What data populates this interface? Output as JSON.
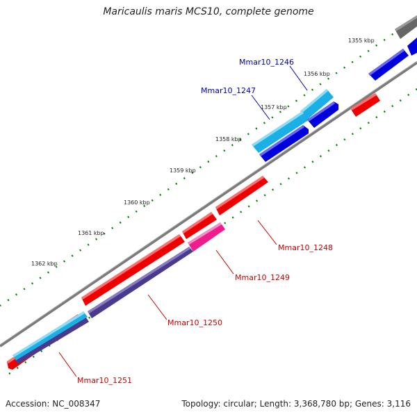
{
  "title": "Maricaulis maris MCS10, complete genome",
  "footer": {
    "accession": "Accession: NC_008347",
    "summary": "Topology: circular; Length: 3,368,780 bp; Genes: 3,116"
  },
  "scale_labels": [
    "1355 kbp",
    "1356 kbp",
    "1357 kbp",
    "1358 kbp",
    "1359 kbp",
    "1360 kbp",
    "1361 kbp",
    "1362 kbp"
  ],
  "genes": [
    {
      "name": "Mmar10_1246",
      "color": "#0000aa"
    },
    {
      "name": "Mmar10_1247",
      "color": "#0000aa"
    },
    {
      "name": "Mmar10_1248",
      "color": "#cc0000"
    },
    {
      "name": "Mmar10_1249",
      "color": "#cc0000"
    },
    {
      "name": "Mmar10_1250",
      "color": "#cc0000"
    },
    {
      "name": "Mmar10_1251",
      "color": "#cc0000"
    }
  ],
  "colors": {
    "backbone": "#7a7a7a",
    "tick": "#008000",
    "red": "#ee0000",
    "blue": "#0000dd",
    "cyan": "#1ab0e6",
    "pink": "#ee1c8c",
    "navy": "#4a3a8c",
    "gray": "#666666"
  }
}
